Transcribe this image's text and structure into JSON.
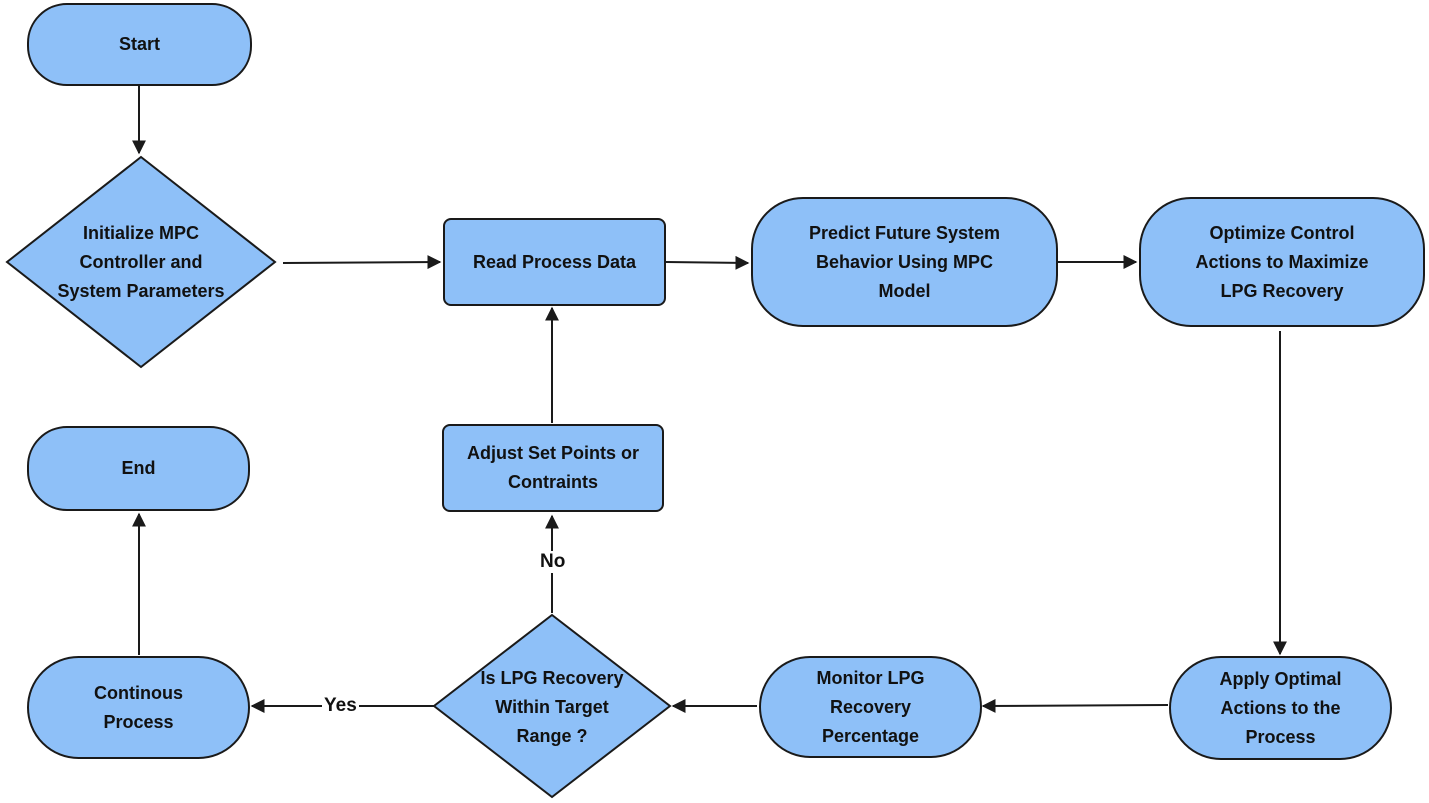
{
  "nodes": {
    "start": "Start",
    "initialize": "Initialize MPC\nController and\nSystem Parameters",
    "read_data": "Read Process Data",
    "predict": "Predict Future System\nBehavior Using MPC\nModel",
    "optimize": "Optimize Control\nActions to Maximize\nLPG Recovery",
    "apply": "Apply Optimal\nActions to the\nProcess",
    "monitor": "Monitor LPG\nRecovery\nPercentage",
    "decision": "Is LPG Recovery\nWithin  Target\nRange ?",
    "adjust": "Adjust Set Points or\nContraints",
    "continuous": "Continous\nProcess",
    "end": "End"
  },
  "edge_labels": {
    "yes": "Yes",
    "no": "No"
  },
  "colors": {
    "node_fill": "#8ec0f8",
    "stroke": "#1a1a1a"
  }
}
